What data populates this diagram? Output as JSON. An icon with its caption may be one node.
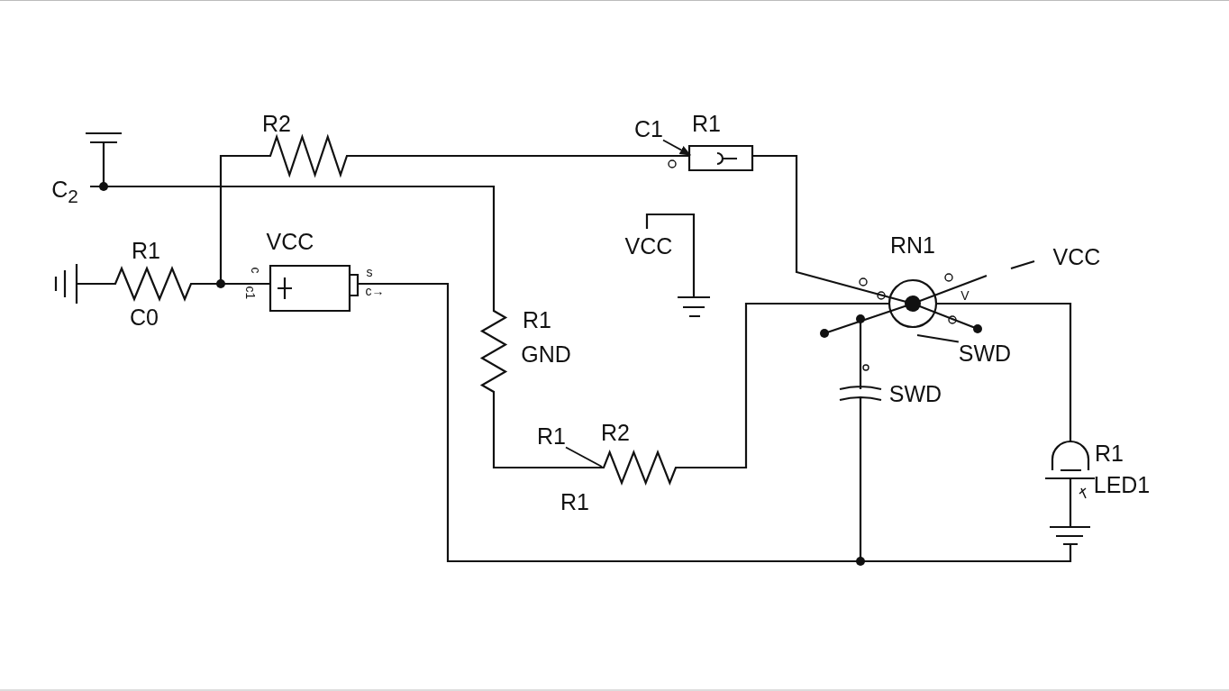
{
  "diagram": {
    "nodes": [
      {
        "text": [
          "C1"
        ]
      },
      {
        "text": [
          "R1"
        ]
      },
      {
        "text": [
          "SWD"
        ]
      }
    ],
    "edges": [
      {
        "from": 0,
        "to": null,
        "arrow": "to"
      },
      {
        "from": 1,
        "to": null,
        "arrow": "none"
      },
      {
        "from": 2,
        "to": null,
        "arrow": "none"
      }
    ],
    "labels": [
      "R2",
      "R1",
      "C$_{2}$",
      "R1",
      "VCC",
      "VCC",
      "RN1",
      "VCC",
      "c",
      "s",
      "c1",
      "c→",
      "V",
      "C0",
      "R1",
      "GND",
      "SWD",
      "R2",
      "R1",
      "LED1",
      "R1"
    ]
  }
}
